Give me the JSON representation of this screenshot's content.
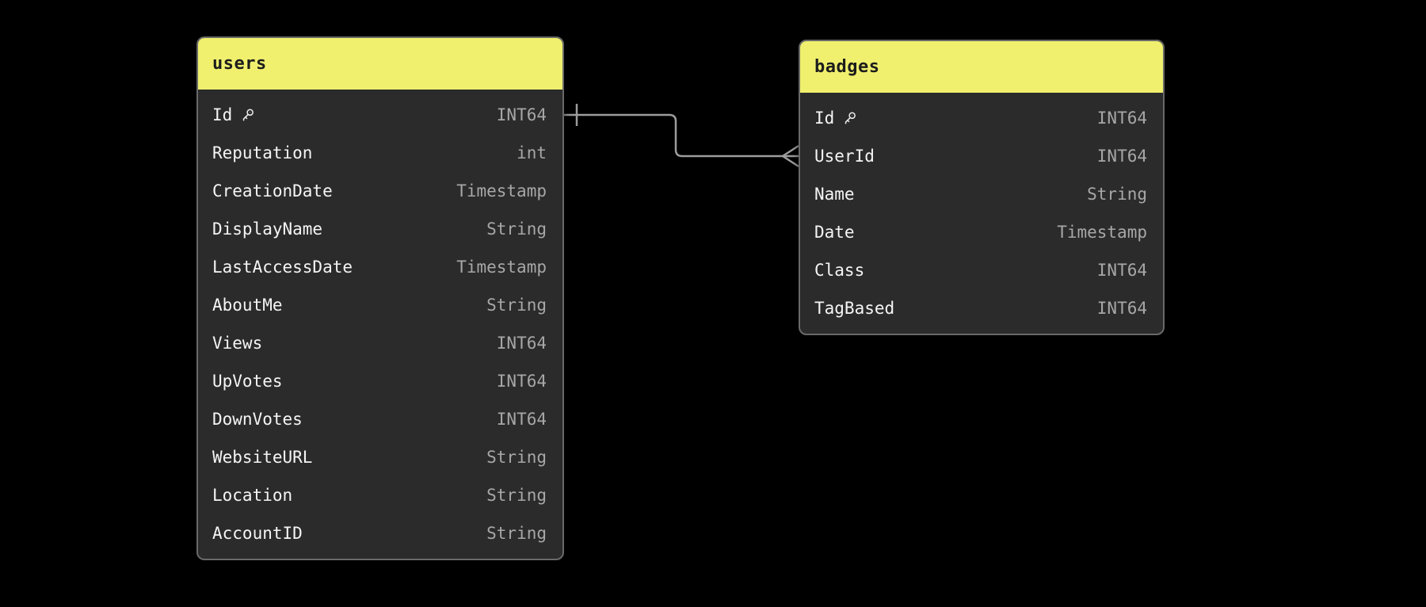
{
  "diagram": {
    "background_color": "#000000",
    "tables": {
      "users": {
        "title": "users",
        "columns": [
          {
            "name": "Id",
            "type": "INT64",
            "primary_key": true
          },
          {
            "name": "Reputation",
            "type": "int",
            "primary_key": false
          },
          {
            "name": "CreationDate",
            "type": "Timestamp",
            "primary_key": false
          },
          {
            "name": "DisplayName",
            "type": "String",
            "primary_key": false
          },
          {
            "name": "LastAccessDate",
            "type": "Timestamp",
            "primary_key": false
          },
          {
            "name": "AboutMe",
            "type": "String",
            "primary_key": false
          },
          {
            "name": "Views",
            "type": "INT64",
            "primary_key": false
          },
          {
            "name": "UpVotes",
            "type": "INT64",
            "primary_key": false
          },
          {
            "name": "DownVotes",
            "type": "INT64",
            "primary_key": false
          },
          {
            "name": "WebsiteURL",
            "type": "String",
            "primary_key": false
          },
          {
            "name": "Location",
            "type": "String",
            "primary_key": false
          },
          {
            "name": "AccountID",
            "type": "String",
            "primary_key": false
          }
        ]
      },
      "badges": {
        "title": "badges",
        "columns": [
          {
            "name": "Id",
            "type": "INT64",
            "primary_key": true
          },
          {
            "name": "UserId",
            "type": "INT64",
            "primary_key": false
          },
          {
            "name": "Name",
            "type": "String",
            "primary_key": false
          },
          {
            "name": "Date",
            "type": "Timestamp",
            "primary_key": false
          },
          {
            "name": "Class",
            "type": "INT64",
            "primary_key": false
          },
          {
            "name": "TagBased",
            "type": "INT64",
            "primary_key": false
          }
        ]
      }
    },
    "relationship": {
      "from_table": "users",
      "from_column": "Id",
      "from_cardinality": "one",
      "to_table": "badges",
      "to_column": "UserId",
      "to_cardinality": "many"
    },
    "colors": {
      "header_bg": "#f0f06e",
      "header_text": "#1d1d1d",
      "body_bg": "#2b2b2b",
      "card_border": "#696969",
      "column_name_text": "#f5f5f5",
      "column_type_text": "#a7a7a7",
      "relationship_line": "#9c9c9c",
      "key_icon": "#ededed"
    }
  }
}
